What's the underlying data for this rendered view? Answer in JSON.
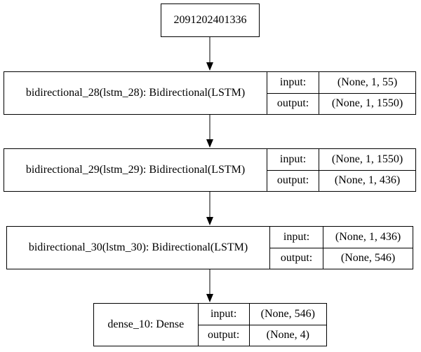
{
  "root": {
    "label": "2091202401336"
  },
  "layers": [
    {
      "name": "bidirectional_28(lstm_28): Bidirectional(LSTM)",
      "input_label": "input:",
      "input_shape": "(None, 1, 55)",
      "output_label": "output:",
      "output_shape": "(None, 1, 1550)"
    },
    {
      "name": "bidirectional_29(lstm_29): Bidirectional(LSTM)",
      "input_label": "input:",
      "input_shape": "(None, 1, 1550)",
      "output_label": "output:",
      "output_shape": "(None, 1, 436)"
    },
    {
      "name": "bidirectional_30(lstm_30): Bidirectional(LSTM)",
      "input_label": "input:",
      "input_shape": "(None, 1, 436)",
      "output_label": "output:",
      "output_shape": "(None, 546)"
    },
    {
      "name": "dense_10: Dense",
      "input_label": "input:",
      "input_shape": "(None, 546)",
      "output_label": "output:",
      "output_shape": "(None, 4)"
    }
  ]
}
